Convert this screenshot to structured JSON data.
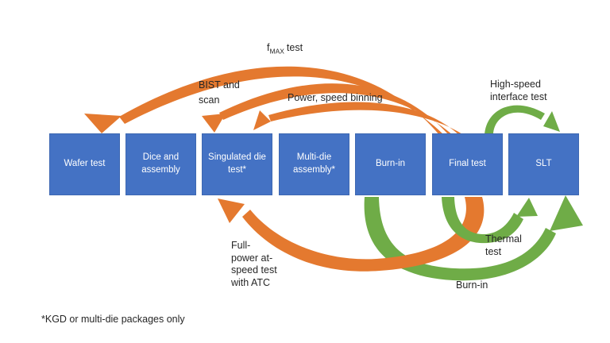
{
  "colors": {
    "box_blue": "#4472C4",
    "box_border": "#3E68B2",
    "box_text": "#FFFFFF",
    "orange": "#E4792F",
    "green": "#6FAC47",
    "label_text": "#262626"
  },
  "boxes": [
    {
      "label": "Wafer test"
    },
    {
      "label": "Dice and assembly"
    },
    {
      "label": "Singulated die test*"
    },
    {
      "label": "Multi-die assembly*"
    },
    {
      "label": "Burn-in"
    },
    {
      "label": "Final test"
    },
    {
      "label": "SLT"
    }
  ],
  "labels": {
    "fmax": {
      "f": "f",
      "sub": "MAX",
      "rest": "test"
    },
    "bist": {
      "lines": [
        "BIST and",
        "scan"
      ]
    },
    "power": {
      "text": "Power, speed binning"
    },
    "highspeed": {
      "lines": [
        "High-speed",
        "interface test"
      ]
    },
    "fullpower": {
      "lines": [
        "Full-",
        "power at-",
        "speed test",
        "with ATC"
      ]
    },
    "thermal": {
      "lines": [
        "Thermal",
        "test"
      ]
    },
    "burnin": {
      "text": "Burn-in"
    },
    "footnote": {
      "text": "*KGD or multi-die packages only"
    }
  },
  "edges": [
    {
      "from": "Final test",
      "to": "Wafer test",
      "color": "orange",
      "side": "top",
      "label": "fMAX test"
    },
    {
      "from": "Final test",
      "to": "Singulated die test*",
      "color": "orange",
      "side": "top",
      "label": "BIST and scan"
    },
    {
      "from": "Final test",
      "to": "Singulated die test*",
      "color": "orange",
      "side": "top",
      "label": "Power, speed binning"
    },
    {
      "from": "Final test",
      "to": "SLT",
      "color": "green",
      "side": "top",
      "label": "High-speed interface test"
    },
    {
      "from": "Final test",
      "to": "Singulated die test*",
      "color": "orange",
      "side": "bottom",
      "label": "Full-power at-speed test with ATC"
    },
    {
      "from": "Final test",
      "to": "SLT",
      "color": "green",
      "side": "bottom",
      "label": "Thermal test"
    },
    {
      "from": "Burn-in",
      "to": "SLT",
      "color": "green",
      "side": "bottom",
      "label": "Burn-in"
    }
  ]
}
